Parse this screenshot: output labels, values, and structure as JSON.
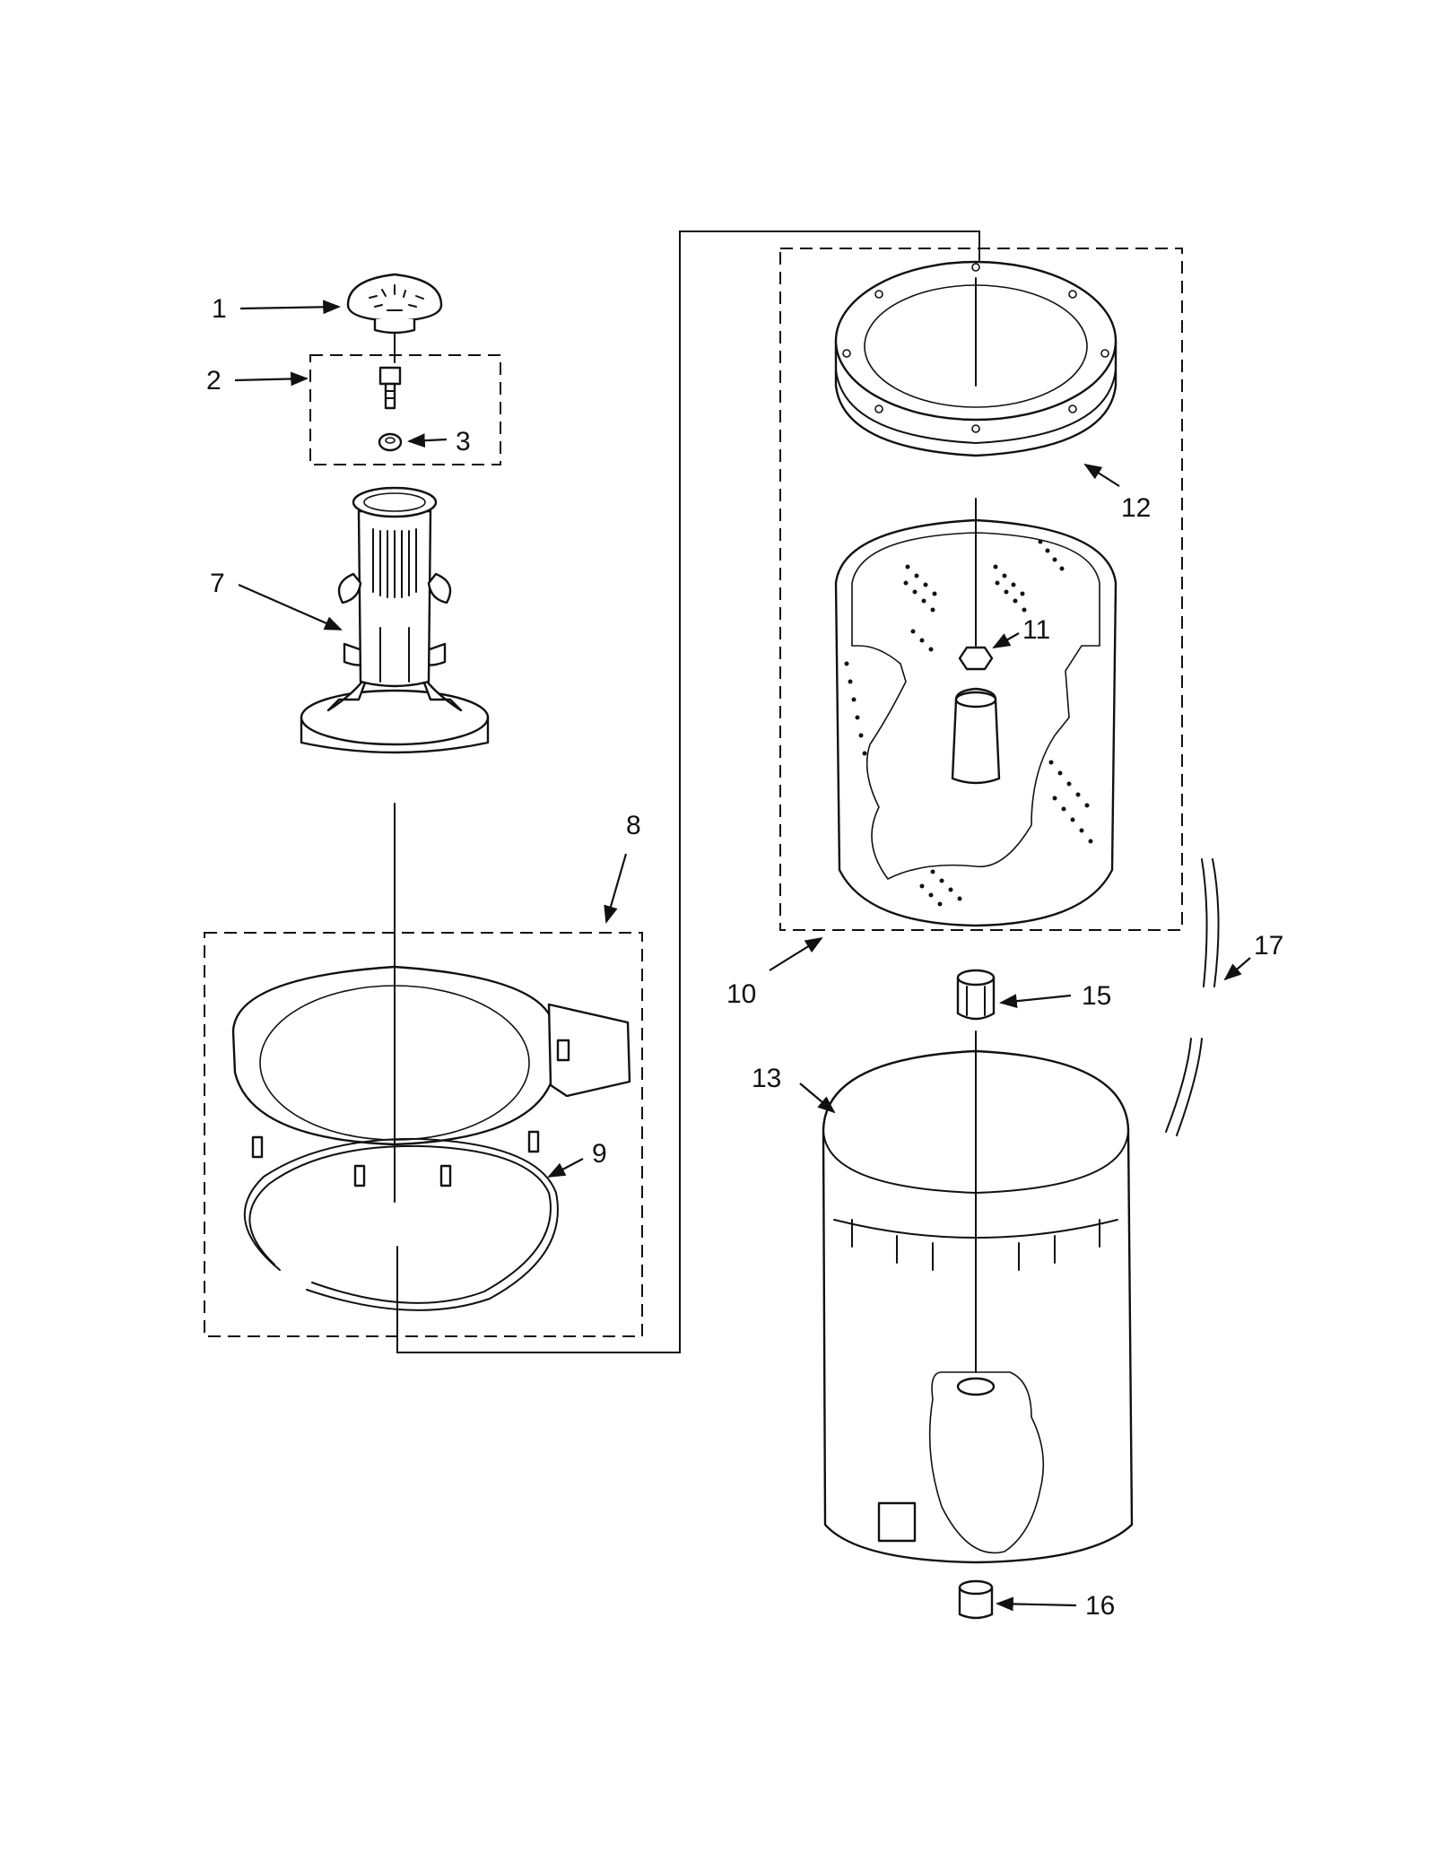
{
  "diagram": {
    "callouts": [
      {
        "id": "1",
        "label": "1"
      },
      {
        "id": "2",
        "label": "2"
      },
      {
        "id": "3",
        "label": "3"
      },
      {
        "id": "7",
        "label": "7"
      },
      {
        "id": "8",
        "label": "8"
      },
      {
        "id": "9",
        "label": "9"
      },
      {
        "id": "10",
        "label": "10"
      },
      {
        "id": "11",
        "label": "11"
      },
      {
        "id": "12",
        "label": "12"
      },
      {
        "id": "13",
        "label": "13"
      },
      {
        "id": "15",
        "label": "15"
      },
      {
        "id": "16",
        "label": "16"
      },
      {
        "id": "17",
        "label": "17"
      }
    ]
  }
}
